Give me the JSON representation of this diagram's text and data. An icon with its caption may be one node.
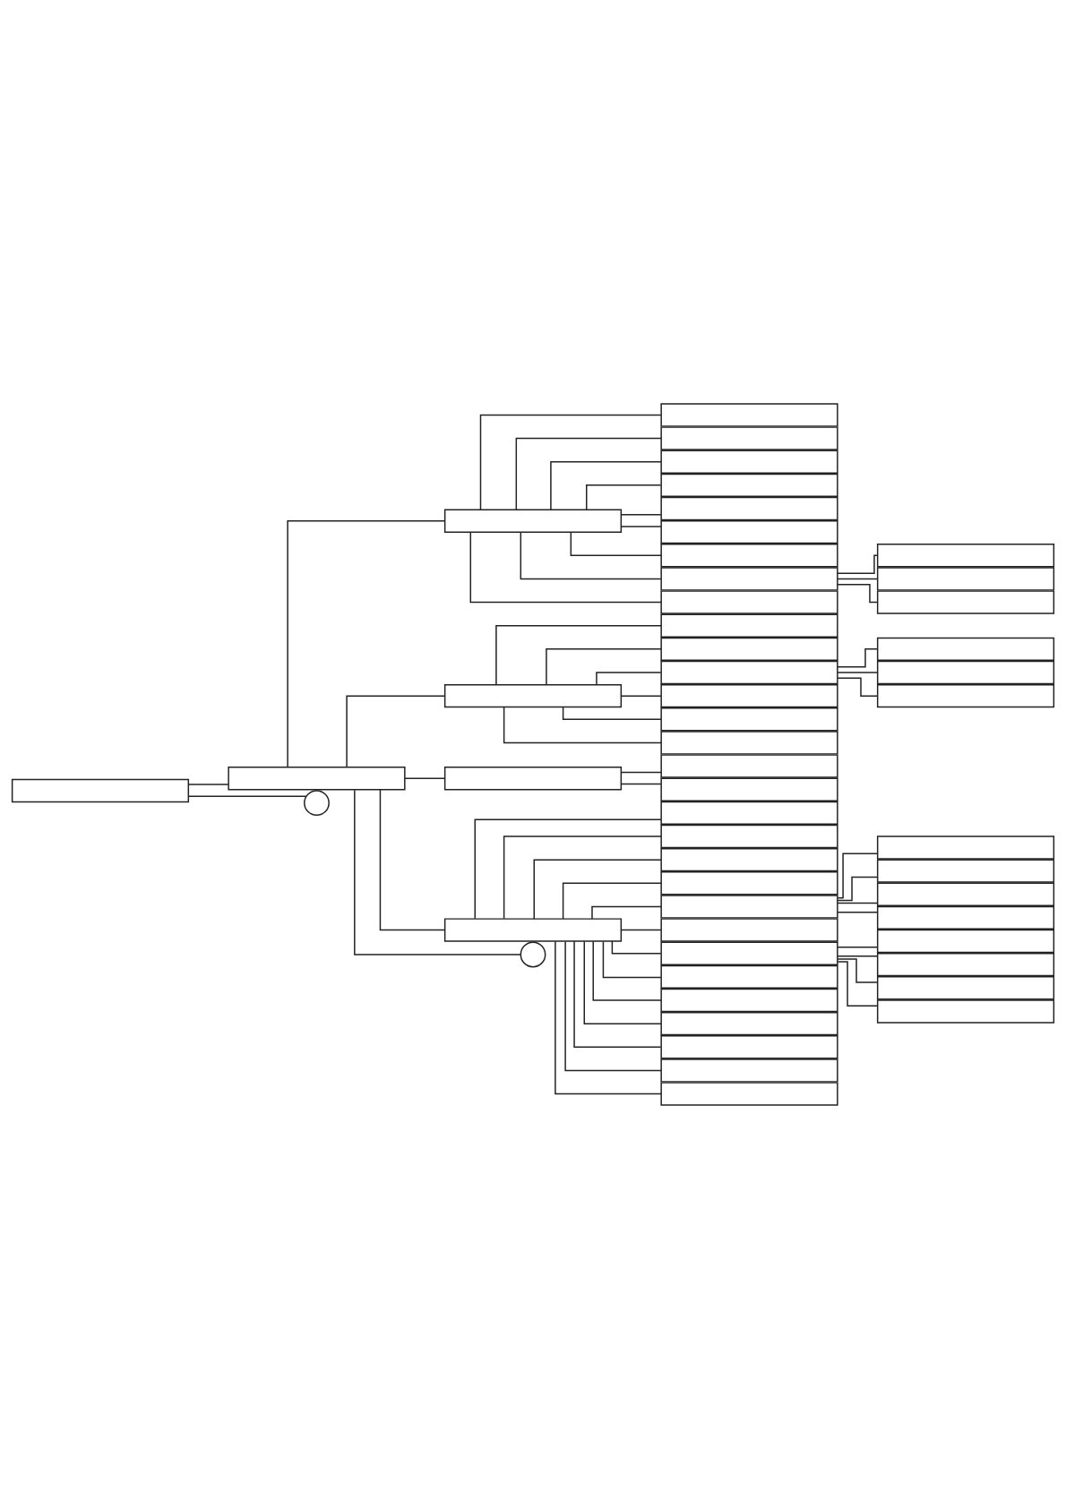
{
  "diagram": {
    "nodes": [
      {
        "text": [],
        "shape": "box"
      },
      {
        "text": [],
        "shape": "box"
      },
      {
        "text": [],
        "shape": "box"
      },
      {
        "text": [],
        "shape": "box"
      },
      {
        "text": [],
        "shape": "box"
      },
      {
        "text": [],
        "shape": "box"
      },
      {
        "text": [],
        "shape": "box"
      },
      {
        "text": [],
        "shape": "box"
      },
      {
        "text": [],
        "shape": "box"
      },
      {
        "text": [],
        "shape": "box"
      },
      {
        "text": [],
        "shape": "box"
      },
      {
        "text": [],
        "shape": "box"
      },
      {
        "text": [],
        "shape": "box"
      },
      {
        "text": [],
        "shape": "box"
      },
      {
        "text": [],
        "shape": "box"
      },
      {
        "text": [],
        "shape": "box"
      },
      {
        "text": [],
        "shape": "box"
      },
      {
        "text": [],
        "shape": "box"
      },
      {
        "text": [],
        "shape": "box"
      },
      {
        "text": [],
        "shape": "box"
      },
      {
        "text": [],
        "shape": "box"
      },
      {
        "text": [],
        "shape": "box"
      },
      {
        "text": [],
        "shape": "box"
      },
      {
        "text": [],
        "shape": "box"
      },
      {
        "text": [],
        "shape": "box"
      },
      {
        "text": [],
        "shape": "box"
      },
      {
        "text": [],
        "shape": "box"
      },
      {
        "text": [],
        "shape": "box"
      },
      {
        "text": [],
        "shape": "box"
      },
      {
        "text": [],
        "shape": "box"
      },
      {
        "text": [],
        "shape": "box"
      },
      {
        "text": [],
        "shape": "box"
      },
      {
        "text": [],
        "shape": "box"
      },
      {
        "text": [],
        "shape": "box"
      },
      {
        "text": [],
        "shape": "box"
      },
      {
        "text": [],
        "shape": "box"
      },
      {
        "text": [],
        "shape": "box"
      },
      {
        "text": [],
        "shape": "box"
      },
      {
        "text": [],
        "shape": "box"
      },
      {
        "text": [],
        "shape": "box"
      },
      {
        "text": [],
        "shape": "box"
      },
      {
        "text": [],
        "shape": "box"
      },
      {
        "text": [],
        "shape": "box"
      },
      {
        "text": [],
        "shape": "box"
      },
      {
        "text": [],
        "shape": "box"
      },
      {
        "text": [],
        "shape": "box"
      },
      {
        "text": [],
        "shape": "box"
      },
      {
        "text": [],
        "shape": "box"
      },
      {
        "text": [],
        "shape": "box"
      },
      {
        "text": [],
        "shape": "box"
      },
      {
        "text": [],
        "shape": "circle"
      },
      {
        "text": [],
        "shape": "circle"
      }
    ],
    "edges": [
      {
        "from": 0,
        "to": 1,
        "arrow": "none"
      },
      {
        "from": 0,
        "to": 50,
        "arrow": "none"
      },
      {
        "from": 1,
        "to": 2,
        "arrow": "none"
      },
      {
        "from": 1,
        "to": 15,
        "arrow": "none"
      },
      {
        "from": 1,
        "to": 25,
        "arrow": "none"
      },
      {
        "from": 1,
        "to": 28,
        "arrow": "none"
      },
      {
        "from": 1,
        "to": 51,
        "arrow": "none"
      },
      {
        "from": 2,
        "to": 3,
        "arrow": "none"
      },
      {
        "from": 2,
        "to": 4,
        "arrow": "none"
      },
      {
        "from": 2,
        "to": 5,
        "arrow": "none"
      },
      {
        "from": 2,
        "to": 6,
        "arrow": "none"
      },
      {
        "from": 2,
        "to": 7,
        "arrow": "none"
      },
      {
        "from": 2,
        "to": 8,
        "arrow": "none"
      },
      {
        "from": 2,
        "to": 9,
        "arrow": "none"
      },
      {
        "from": 2,
        "to": 10,
        "arrow": "none"
      },
      {
        "from": 2,
        "to": 11,
        "arrow": "none"
      },
      {
        "from": 10,
        "to": 12,
        "arrow": "none"
      },
      {
        "from": 10,
        "to": 13,
        "arrow": "none"
      },
      {
        "from": 10,
        "to": 14,
        "arrow": "none"
      },
      {
        "from": 15,
        "to": 16,
        "arrow": "none"
      },
      {
        "from": 15,
        "to": 17,
        "arrow": "none"
      },
      {
        "from": 15,
        "to": 18,
        "arrow": "none"
      },
      {
        "from": 15,
        "to": 19,
        "arrow": "none"
      },
      {
        "from": 15,
        "to": 20,
        "arrow": "none"
      },
      {
        "from": 15,
        "to": 21,
        "arrow": "none"
      },
      {
        "from": 18,
        "to": 22,
        "arrow": "none"
      },
      {
        "from": 18,
        "to": 23,
        "arrow": "none"
      },
      {
        "from": 18,
        "to": 24,
        "arrow": "none"
      },
      {
        "from": 25,
        "to": 26,
        "arrow": "none"
      },
      {
        "from": 25,
        "to": 27,
        "arrow": "none"
      },
      {
        "from": 28,
        "to": 29,
        "arrow": "none"
      },
      {
        "from": 28,
        "to": 30,
        "arrow": "none"
      },
      {
        "from": 28,
        "to": 31,
        "arrow": "none"
      },
      {
        "from": 28,
        "to": 32,
        "arrow": "none"
      },
      {
        "from": 28,
        "to": 33,
        "arrow": "none"
      },
      {
        "from": 28,
        "to": 34,
        "arrow": "none"
      },
      {
        "from": 28,
        "to": 35,
        "arrow": "none"
      },
      {
        "from": 28,
        "to": 36,
        "arrow": "none"
      },
      {
        "from": 28,
        "to": 37,
        "arrow": "none"
      },
      {
        "from": 28,
        "to": 38,
        "arrow": "none"
      },
      {
        "from": 28,
        "to": 39,
        "arrow": "none"
      },
      {
        "from": 28,
        "to": 40,
        "arrow": "none"
      },
      {
        "from": 28,
        "to": 41,
        "arrow": "none"
      },
      {
        "from": 33,
        "to": 42,
        "arrow": "none"
      },
      {
        "from": 33,
        "to": 43,
        "arrow": "none"
      },
      {
        "from": 33,
        "to": 44,
        "arrow": "none"
      },
      {
        "from": 33,
        "to": 45,
        "arrow": "none"
      },
      {
        "from": 35,
        "to": 46,
        "arrow": "none"
      },
      {
        "from": 35,
        "to": 47,
        "arrow": "none"
      },
      {
        "from": 35,
        "to": 48,
        "arrow": "none"
      },
      {
        "from": 35,
        "to": 49,
        "arrow": "none"
      }
    ]
  }
}
